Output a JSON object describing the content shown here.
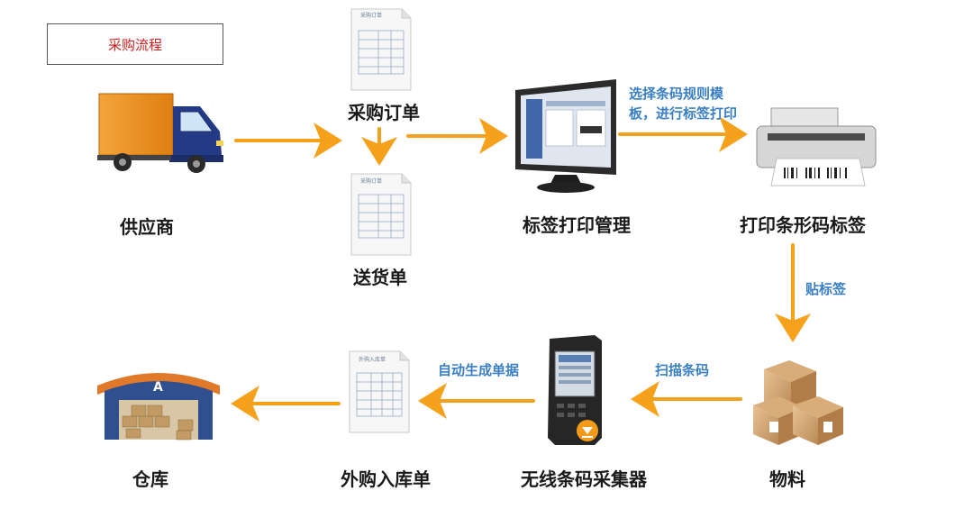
{
  "title": "采购流程",
  "nodes": {
    "supplier": "供应商",
    "purchase_order": "采购订单",
    "delivery_note": "送货单",
    "label_print_mgmt": "标签打印管理",
    "print_barcode_label": "打印条形码标签",
    "material": "物料",
    "wireless_scanner": "无线条码采集器",
    "outsourced_receipt": "外购入库单",
    "warehouse": "仓库"
  },
  "edges": {
    "select_template_line1": "选择条码规则模",
    "select_template_line2": "板，进行标签打印",
    "attach_label": "贴标签",
    "scan_barcode": "扫描条码",
    "auto_generate": "自动生成单据"
  },
  "doc_headers": {
    "purchase_order_doc": "采购订单",
    "delivery_doc": "采购订单",
    "receipt_doc": "外购入库单"
  },
  "warehouse_sign": "A",
  "colors": {
    "arrow": "#f5a11c",
    "edge_text": "#3a7fc4",
    "title_text": "#d01c1c"
  }
}
